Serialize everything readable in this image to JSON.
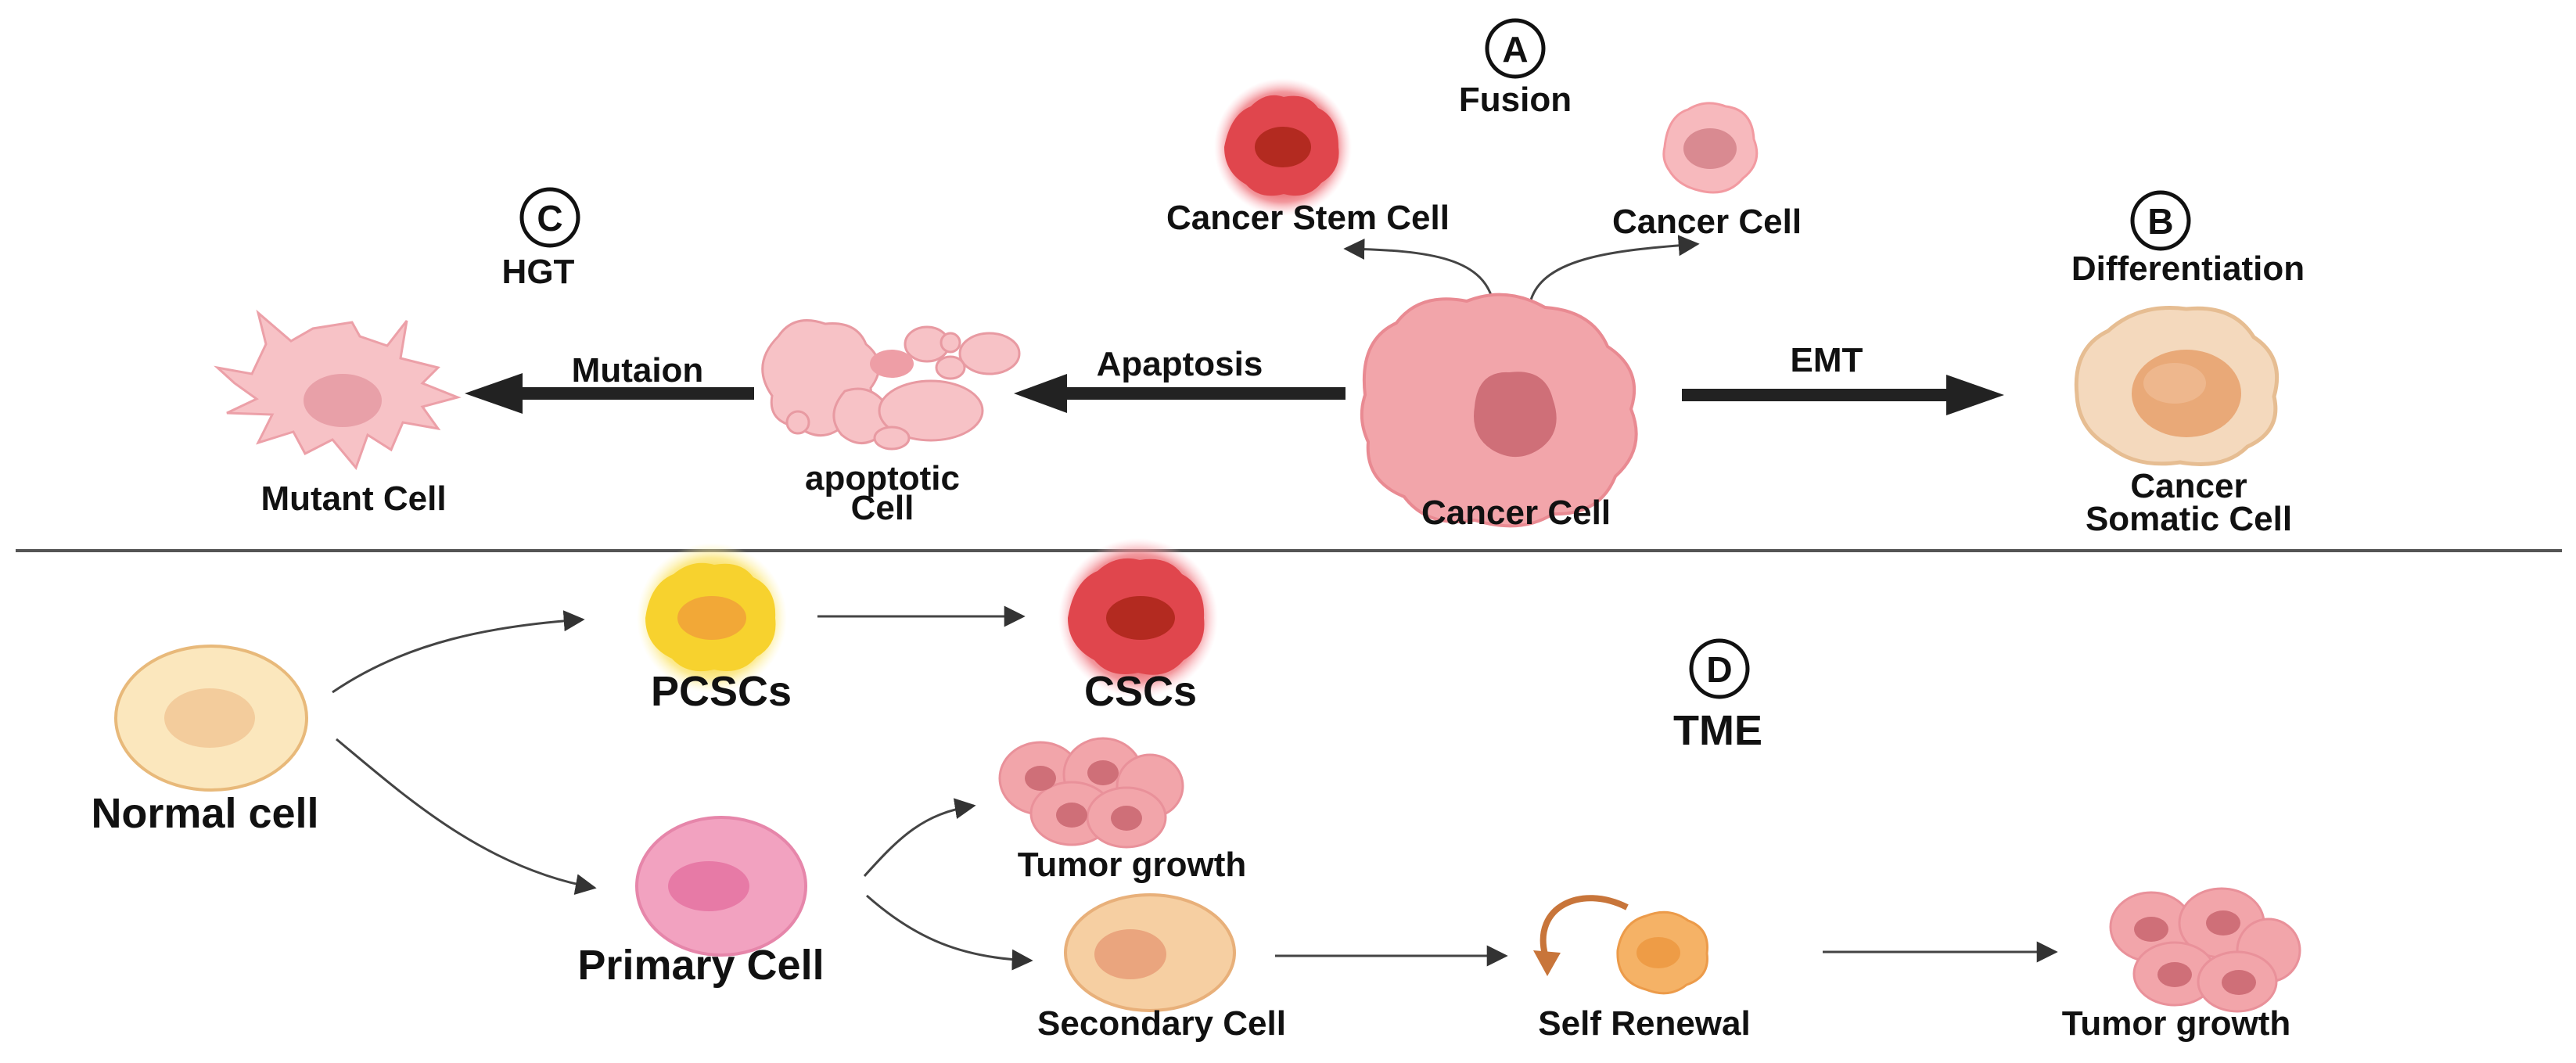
{
  "sections": {
    "A": {
      "letter": "A",
      "title": "Fusion"
    },
    "B": {
      "letter": "B",
      "title": "Differentiation"
    },
    "C": {
      "letter": "C",
      "title": "HGT"
    },
    "D": {
      "letter": "D",
      "title": "TME"
    }
  },
  "top": {
    "cancer_stem_cell": "Cancer Stem Cell",
    "cancer_cell_small": "Cancer Cell",
    "cancer_cell_center": "Cancer Cell",
    "apoptosis": "Apaptosis",
    "apoptotic_line1": "apoptotic",
    "apoptotic_line2": "Cell",
    "mutation": "Mutaion",
    "mutant_cell": "Mutant Cell",
    "emt": "EMT",
    "somatic_line1": "Cancer",
    "somatic_line2": "Somatic Cell"
  },
  "bottom": {
    "normal_cell": "Normal cell",
    "pcscs": "PCSCs",
    "cscs": "CSCs",
    "primary_cell": "Primary Cell",
    "tumor_growth_1": "Tumor growth",
    "secondary_cell": "Secondary Cell",
    "self_renewal": "Self Renewal",
    "tumor_growth_2": "Tumor growth"
  },
  "colors": {
    "cancer_pink": "#f2a5aa",
    "cancer_nucleus": "#cf6f78",
    "stem_red": "#e0464d",
    "stem_nucleus": "#b32a20",
    "pcsc_yellow": "#f7d22e",
    "normal_cream": "#fbe7bd",
    "primary_pink": "#f2a2c0",
    "secondary_tan": "#f6cfa2",
    "renewal_orange": "#f5b266",
    "somatic_tan": "#f4d9bd"
  }
}
